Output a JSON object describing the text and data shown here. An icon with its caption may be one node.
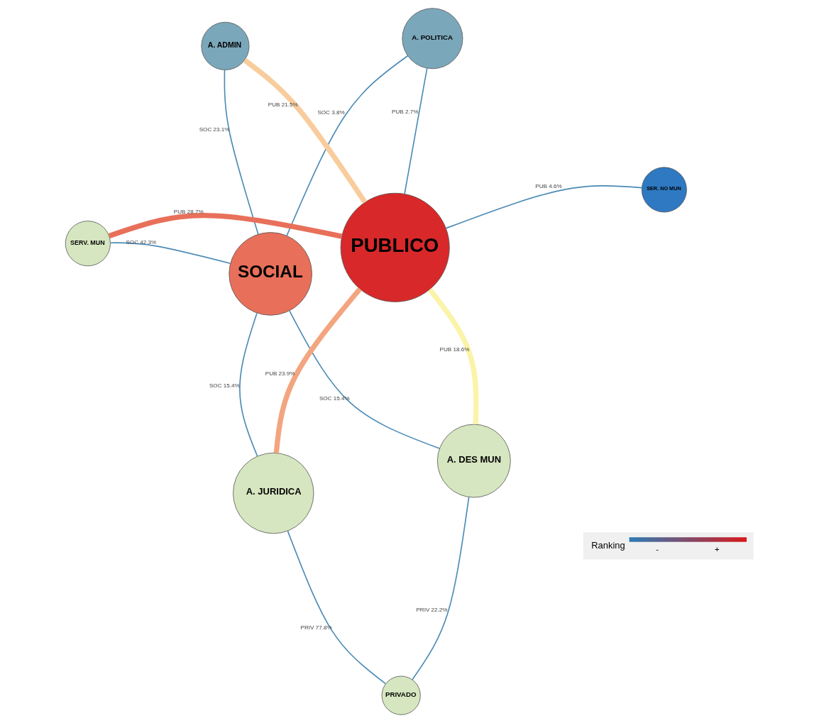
{
  "diagram": {
    "nodes": [
      {
        "text": [
          "SERV. MUN"
        ]
      },
      {
        "text": [
          "A. DES MUN"
        ]
      },
      {
        "text": [
          "SOCIAL"
        ]
      },
      {
        "text": [
          "A. POLITICA"
        ]
      },
      {
        "text": [
          "PUBLICO"
        ]
      },
      {
        "text": [
          "A. ADMIN"
        ]
      },
      {
        "text": [
          "PRIVADO"
        ]
      },
      {
        "text": [
          "SER. NO MUN"
        ]
      },
      {
        "text": [
          "A. JURIDICA"
        ]
      }
    ],
    "edges": [
      {
        "from": 2,
        "to": 0,
        "arrow": "none",
        "label": "SOC 42.3%"
      },
      {
        "from": 2,
        "to": 1,
        "arrow": "none",
        "label": "SOC 15.4%"
      },
      {
        "from": 2,
        "to": 3,
        "arrow": "none",
        "label": "SOC 3.8%"
      },
      {
        "from": 6,
        "to": 1,
        "arrow": "none",
        "label": "PRIV 22.2%"
      },
      {
        "from": 4,
        "to": 0,
        "arrow": "none",
        "label": "PUB 28.7%",
        "style": "thick",
        "color": "#e8705a"
      },
      {
        "from": 4,
        "to": 1,
        "arrow": "none",
        "label": "PUB 18.6%",
        "style": "thick",
        "color": "#fbf3a8"
      },
      {
        "from": 2,
        "to": 5,
        "arrow": "none",
        "label": "SOC 23.1%"
      },
      {
        "from": 4,
        "to": 3,
        "arrow": "none",
        "label": "PUB 2.7%"
      },
      {
        "from": 2,
        "to": 8,
        "arrow": "none",
        "label": "SOC 15.4%"
      },
      {
        "from": 4,
        "to": 5,
        "arrow": "none",
        "label": "PUB 21.5%",
        "style": "thick",
        "color": "#f8cc9c"
      },
      {
        "from": 6,
        "to": 8,
        "arrow": "none",
        "label": "PRIV 77.8%"
      },
      {
        "from": 4,
        "to": 7,
        "arrow": "none",
        "label": "PUB 4.6%"
      },
      {
        "from": 4,
        "to": 8,
        "arrow": "none",
        "label": "PUB 23.9%",
        "style": "thick",
        "color": "#f3a57f"
      }
    ],
    "labels": [
      "Ranking",
      "-",
      "+"
    ]
  }
}
